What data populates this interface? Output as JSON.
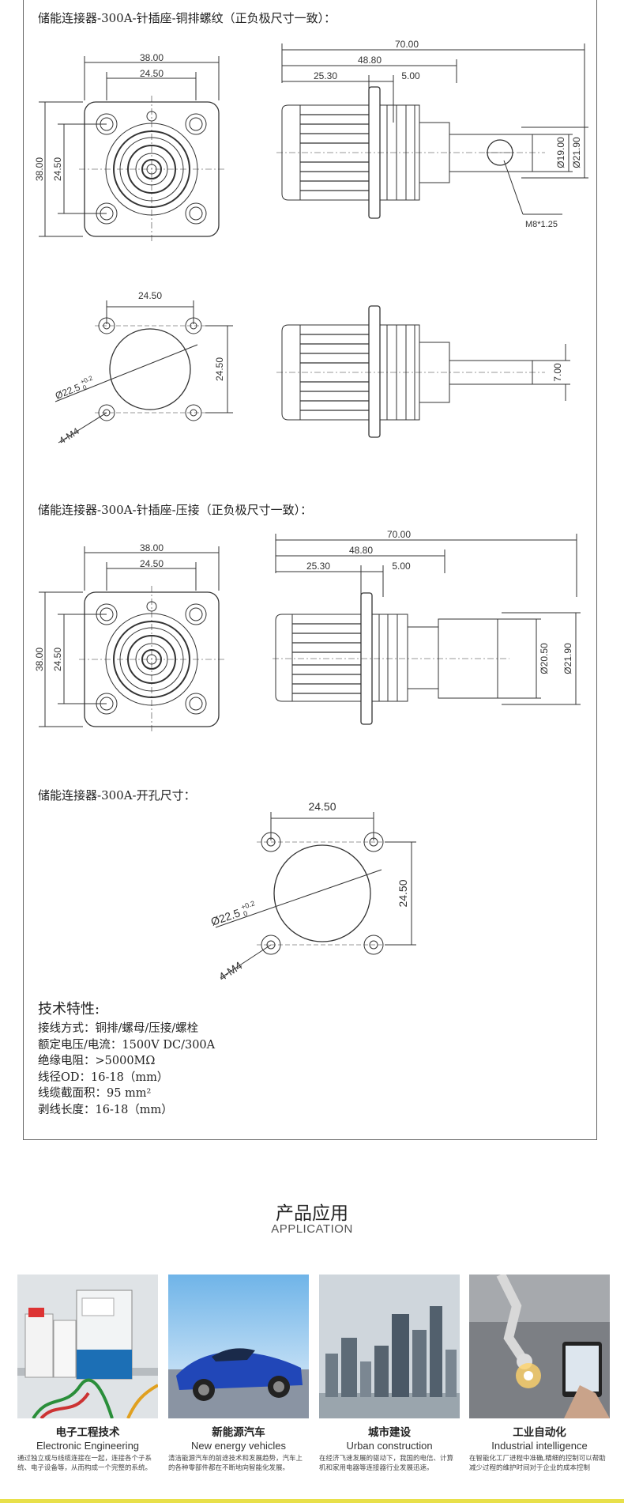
{
  "sections": [
    {
      "title": "储能连接器-300A-针插座-铜排螺纹（正负极尺寸一致）："
    },
    {
      "title": "储能连接器-300A-针插座-压接（正负极尺寸一致）："
    },
    {
      "title": "储能连接器-300A-开孔尺寸："
    }
  ],
  "dims": {
    "d38": "38.00",
    "d2450": "24.50",
    "d70": "70.00",
    "d4880": "48.80",
    "d2530": "25.30",
    "d500": "5.00",
    "d1900": "Ø19.00",
    "d2190": "Ø21.90",
    "d2050": "Ø20.50",
    "m8": "M8*1.25",
    "d700": "7.00",
    "hole": "Ø22.5",
    "hole_tol_up": "+0.2",
    "hole_tol_dn": "0",
    "m4": "4-M4"
  },
  "tech": {
    "heading": "技术特性:",
    "rows": [
      "接线方式：铜排/螺母/压接/螺栓",
      "额定电压/电流：1500V DC/300A",
      "绝缘电阻：>5000MΩ",
      "线径OD：16-18（mm）",
      "线缆截面积：95 mm²",
      "剥线长度：16-18（mm）"
    ]
  },
  "application": {
    "title_cn": "产品应用",
    "title_en": "APPLICATION",
    "cards": [
      {
        "cn": "电子工程技术",
        "en": "Electronic Engineering",
        "desc": "通过独立或与线缆连接在一起，连接各个子系统、电子设备等，从而构成一个完整的系统。"
      },
      {
        "cn": "新能源汽车",
        "en": "New energy vehicles",
        "desc": "清洁能源汽车的前途技术和发展趋势，汽车上的各种零部件都在不断地向智能化发展。"
      },
      {
        "cn": "城市建设",
        "en": "Urban construction",
        "desc": "在经济飞速发展的驱动下，我国的电信、计算机和家用电器等连接器行业发展迅速。"
      },
      {
        "cn": "工业自动化",
        "en": "Industrial intelligence",
        "desc": "在智能化工厂进程中准确,精细的控制可以帮助减少过程的维护时间对于企业的成本控制"
      }
    ]
  },
  "colors": {
    "bottom_bar": "#e8e04a",
    "drawing": "#333333"
  }
}
